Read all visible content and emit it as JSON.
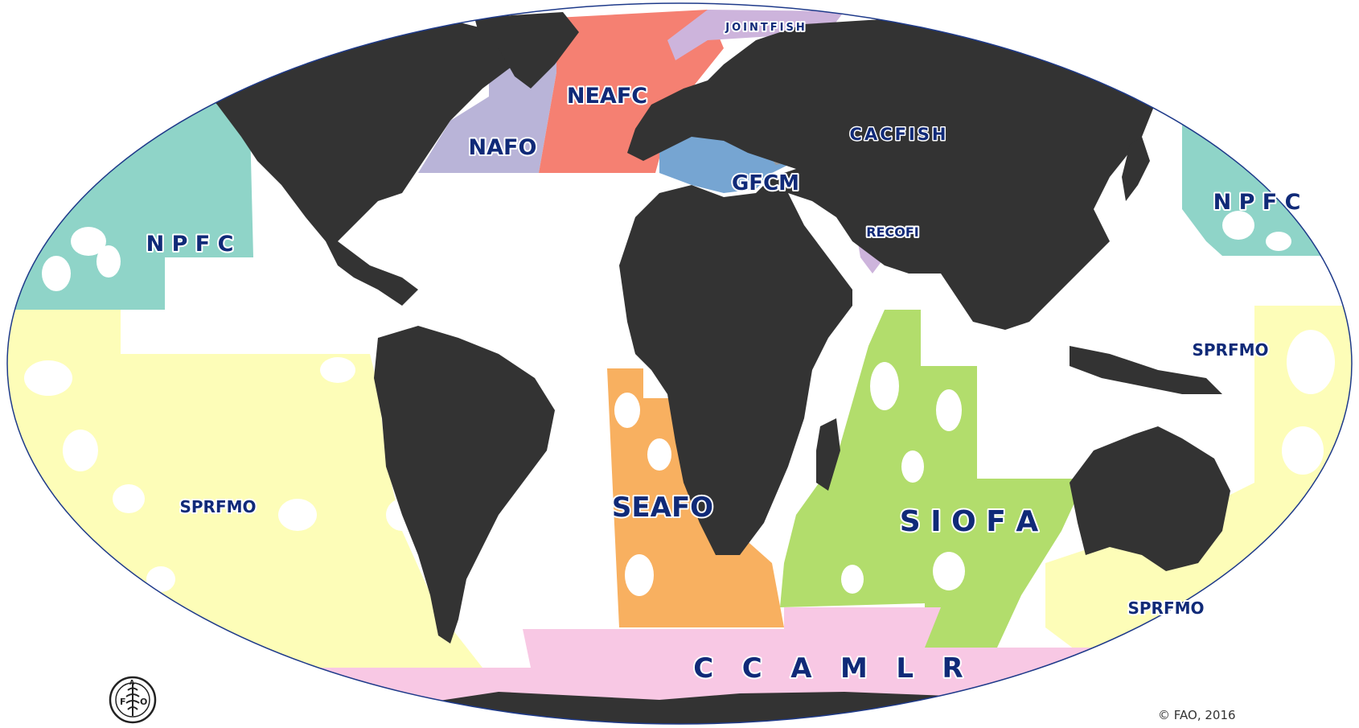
{
  "map": {
    "labels": {
      "jointfish": "JOINTFISH",
      "neafc": "NEAFC",
      "nafo": "NAFO",
      "cacfish": "CACFISH",
      "gfcm": "GFCM",
      "recofi": "RECOFI",
      "npfc_west": "N P F C",
      "npfc_east": "N P F C",
      "sprfmo_pacific": "SPRFMO",
      "sprfmo_west": "SPRFMO",
      "sprfmo_australia": "SPRFMO",
      "seafo": "SEAFO",
      "siofa": "S I O F A",
      "ccamlr": "C   C   A   M   L   R"
    },
    "colors": {
      "land": "#333333",
      "ocean": "#ffffff",
      "border": "#1e3a8a",
      "label": "#102a78",
      "npfc": "#8fd4c8",
      "sprfmo": "#fdfdb8",
      "nafo": "#b9b4d8",
      "neafc": "#f58072",
      "jointfish": "#cdb4dc",
      "gfcm": "#76a5d2",
      "cacfish": "#9a9a9a",
      "recofi": "#cdb4dc",
      "seafo": "#f8b060",
      "siofa": "#b2dd6c",
      "ccamlr": "#f8c8e4"
    }
  },
  "logo": {
    "name": "FAO"
  },
  "copyright": "© FAO, 2016"
}
